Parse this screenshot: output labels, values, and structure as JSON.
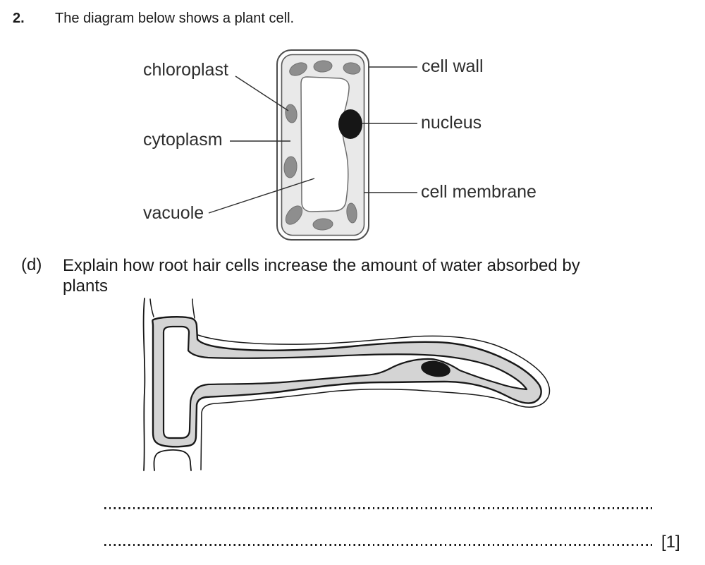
{
  "question": {
    "number": "2.",
    "intro": "The diagram below shows a plant cell."
  },
  "plant_cell_figure": {
    "labels": {
      "chloroplast": "chloroplast",
      "cytoplasm": "cytoplasm",
      "vacuole": "vacuole",
      "cell_wall": "cell wall",
      "nucleus": "nucleus",
      "cell_membrane": "cell membrane"
    }
  },
  "part_d": {
    "label": "(d)",
    "question_line1": "Explain how root hair cells increase the amount of water absorbed by",
    "question_line2": "plants"
  },
  "answer_section": {
    "marks": "[1]"
  },
  "colors": {
    "text": "#1a1a1a",
    "cytoplasm_fill": "#e9e9e9",
    "chloroplast_fill": "#8e8e8e",
    "nucleus_fill": "#161616",
    "vacuole_fill": "#ffffff",
    "root_hair_cytoplasm_fill": "#d4d4d4"
  }
}
